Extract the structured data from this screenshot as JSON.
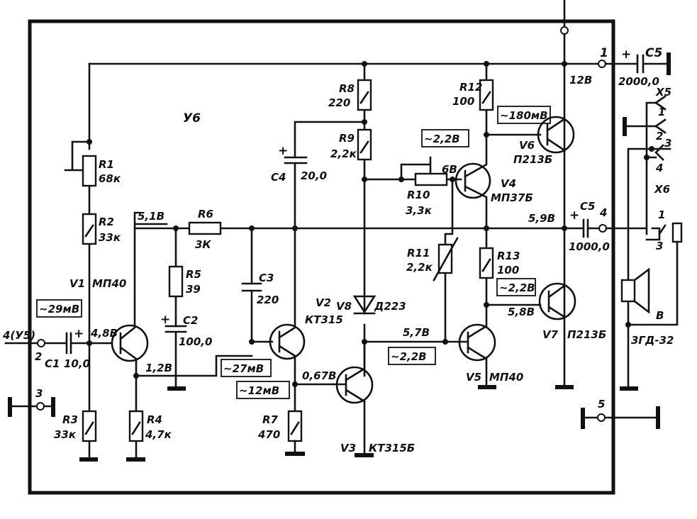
{
  "block_label": "У6",
  "resistors": [
    {
      "ref": "R1",
      "value": "68к"
    },
    {
      "ref": "R2",
      "value": "33к"
    },
    {
      "ref": "R3",
      "value": "33к"
    },
    {
      "ref": "R4",
      "value": "4,7к"
    },
    {
      "ref": "R5",
      "value": "39"
    },
    {
      "ref": "R6",
      "value": "3К"
    },
    {
      "ref": "R7",
      "value": "470"
    },
    {
      "ref": "R8",
      "value": "220"
    },
    {
      "ref": "R9",
      "value": "2,2к"
    },
    {
      "ref": "R10",
      "value": "3,3к"
    },
    {
      "ref": "R11",
      "value": "2,2к"
    },
    {
      "ref": "R12",
      "value": "100"
    },
    {
      "ref": "R13",
      "value": "100"
    }
  ],
  "capacitors": [
    {
      "ref": "C1",
      "value": "10,0"
    },
    {
      "ref": "C2",
      "value": "100,0"
    },
    {
      "ref": "C3",
      "value": "220"
    },
    {
      "ref": "C4",
      "value": "20,0"
    },
    {
      "ref": "C5",
      "value": "1000,0"
    },
    {
      "ref": "C5",
      "value": "2000,0"
    }
  ],
  "transistors": [
    {
      "ref": "V1",
      "type": "МП40"
    },
    {
      "ref": "V2",
      "type": "КТ315"
    },
    {
      "ref": "V3",
      "type": "КТ315Б"
    },
    {
      "ref": "V4",
      "type": "МП37Б"
    },
    {
      "ref": "V5",
      "type": "МП40"
    },
    {
      "ref": "V6",
      "type": "П213Б"
    },
    {
      "ref": "V7",
      "type": "П213Б"
    }
  ],
  "diode": {
    "ref": "V8",
    "type": "Д223"
  },
  "speaker": {
    "ref": "В",
    "type": "3ГД-32"
  },
  "connectors": {
    "x5": "Х5",
    "x6": "Х6"
  },
  "voltages": {
    "v1_base": "4,8В",
    "v1_emitter": "1,2В",
    "r2_node": "5,1В",
    "v3_base": "0,67В",
    "v3_collector": "5,7В",
    "v4_base": "6В",
    "output": "5,9В",
    "v7_base": "5,8В",
    "supply": "12В"
  },
  "signal_levels": {
    "v1": "~29мВ",
    "v2_base": "~27мВ",
    "v2_emitter": "~12мВ",
    "v5_base": "~2,2В",
    "v4_base": "~2,2В",
    "v6_base": "~180мВ",
    "v7_base": "~2,2В"
  },
  "pins": {
    "input": "4(У5)",
    "in_pin": "2",
    "gnd_pin": "3",
    "supply_pin": "1",
    "out_pin": "4",
    "gnd2_pin": "5",
    "x5_1": "1",
    "x5_2": "2",
    "x5_3": "3",
    "x6_4": "4",
    "x6_1": "1",
    "x6_3": "3"
  }
}
